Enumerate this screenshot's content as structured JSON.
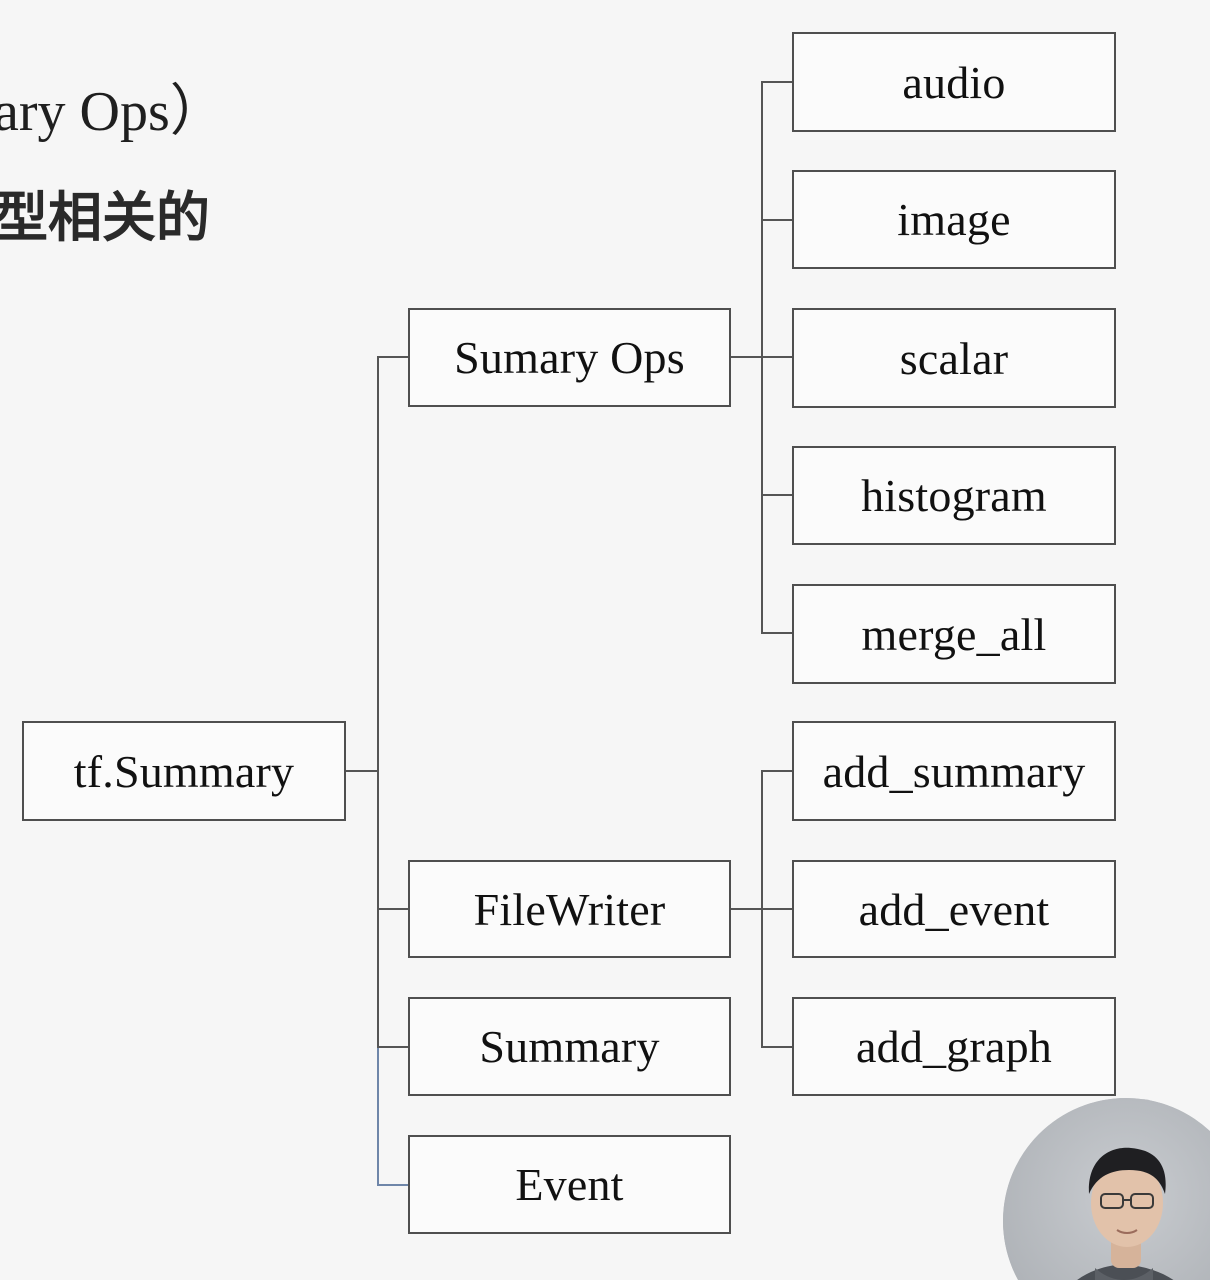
{
  "slide": {
    "heading_line_1": "ary Ops）",
    "heading_line_2": "型相关的"
  },
  "diagram": {
    "root": {
      "label": "tf.Summary"
    },
    "level1": [
      {
        "label": "Sumary Ops"
      },
      {
        "label": "FileWriter"
      },
      {
        "label": "Summary"
      },
      {
        "label": "Event"
      }
    ],
    "summary_ops_children": [
      {
        "label": "audio"
      },
      {
        "label": "image"
      },
      {
        "label": "scalar"
      },
      {
        "label": "histogram"
      },
      {
        "label": "merge_all"
      }
    ],
    "filewriter_children": [
      {
        "label": "add_summary"
      },
      {
        "label": "add_event"
      },
      {
        "label": "add_graph"
      }
    ]
  },
  "presenter": {
    "icon": "presenter-webcam-icon"
  }
}
